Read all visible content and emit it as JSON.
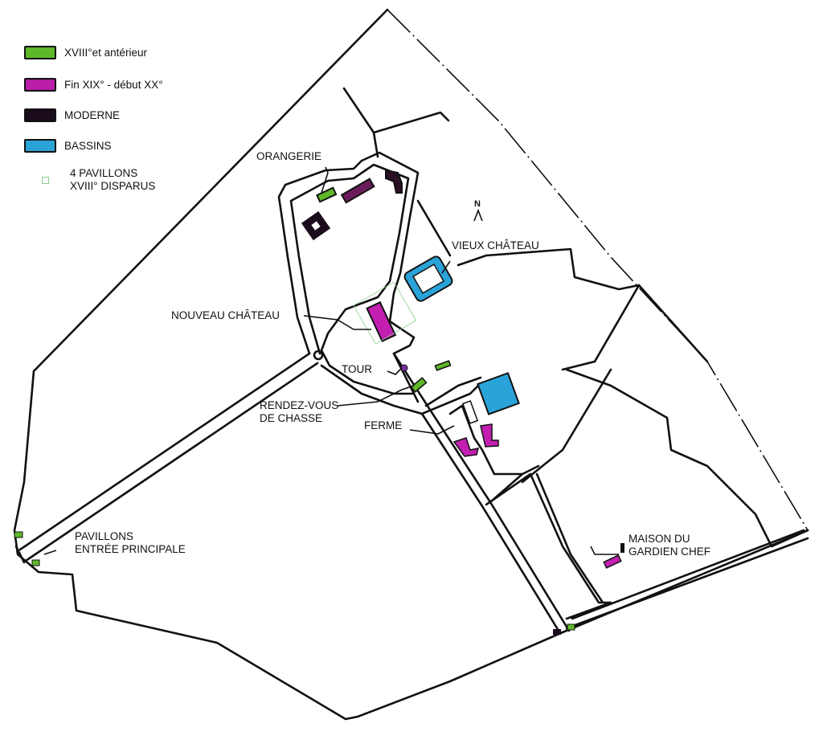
{
  "legend": [
    {
      "label": "XVIII°et antérieur",
      "color": "#5fb82a"
    },
    {
      "label": "Fin XIX° - début XX°",
      "color": "#b81ea6"
    },
    {
      "label": "MODERNE",
      "color": "#1a0c1a"
    },
    {
      "label": "BASSINS",
      "color": "#2aa3d9"
    },
    {
      "label_line1": "4 PAVILLONS",
      "label_line2": "XVIII° DISPARUS",
      "symbol": "outlined-square"
    }
  ],
  "north_arrow": "N",
  "places": {
    "orangerie": "ORANGERIE",
    "vieux_chateau": "VIEUX CHÂTEAU",
    "nouveau_chateau": "NOUVEAU CHÂTEAU",
    "tour": "TOUR",
    "rdv_line1": "RENDEZ-VOUS",
    "rdv_line2": "DE CHASSE",
    "ferme": "FERME",
    "pavillons_line1": "PAVILLONS",
    "pavillons_line2": "ENTRÉE PRINCIPALE",
    "gardien_line1": "MAISON DU",
    "gardien_line2": "GARDIEN CHEF"
  }
}
